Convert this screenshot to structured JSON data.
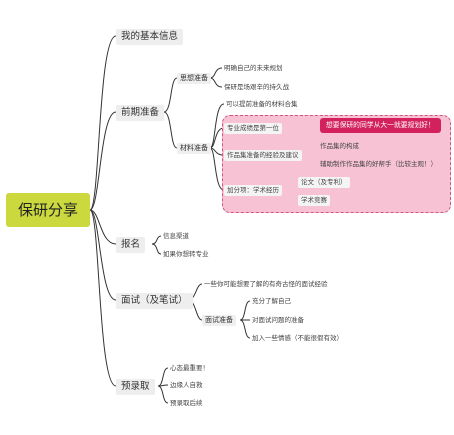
{
  "mindmap": {
    "root": "保研分享",
    "branches": {
      "basic_info": {
        "label": "我的基本信息"
      },
      "preparation": {
        "label": "前期准备",
        "mindset": {
          "label": "思想准备",
          "items": [
            "明确自己的未来规划",
            "保研是场艰辛的持久战"
          ]
        },
        "materials": {
          "label": "材料准备",
          "items": {
            "early": "可以提前准备的材料合集",
            "grades": "专业成绩是第一位",
            "portfolio": "作品集准备的经验及建议",
            "portfolio_children": [
              "作品集的构成",
              "辅助制作作品集的好帮手（比较主观！）"
            ],
            "bonus": "加分项：学术经历",
            "bonus_children": [
              "论文（及专利）",
              "学术竞赛"
            ]
          },
          "callout": "想要保研的同学从大一就要规划好！"
        }
      },
      "apply": {
        "label": "报名",
        "items": [
          "信息渠道",
          "如果你想转专业"
        ]
      },
      "interview": {
        "label": "面试（及笔试）",
        "top": "一些你可能想要了解的有奇古怪的面试经验",
        "prep": {
          "label": "面试准备",
          "items": [
            "充分了解自己",
            "对面试问题的准备",
            "加入一些情感（不能很假有效）"
          ]
        }
      },
      "admission": {
        "label": "预录取",
        "items": [
          "心态最重要！",
          "边缘人自救",
          "预录取后续"
        ]
      }
    },
    "colors": {
      "root_fill": "#cbd93f",
      "highlight_fill": "#f6c2d4",
      "highlight_border": "#d2557f",
      "callout_fill": "#d2215c",
      "line": "#333333"
    }
  }
}
